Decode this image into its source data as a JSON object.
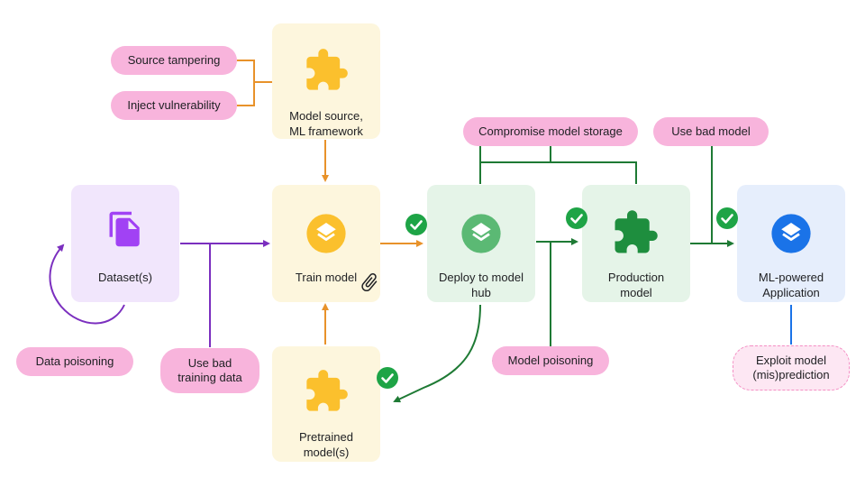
{
  "nodes": {
    "model_source": "Model source,\nML framework",
    "dataset": "Dataset(s)",
    "train": "Train model",
    "deploy": "Deploy to model\nhub",
    "production": "Production\nmodel",
    "application": "ML-powered\nApplication",
    "pretrained": "Pretrained\nmodel(s)"
  },
  "threats": {
    "source_tampering": "Source tampering",
    "inject_vulnerability": "Inject vulnerability",
    "compromise_storage": "Compromise model storage",
    "use_bad_model": "Use bad model",
    "data_poisoning": "Data poisoning",
    "use_bad_training": "Use bad\ntraining data",
    "model_poisoning": "Model poisoning",
    "exploit_model": "Exploit model\n(mis)prediction"
  },
  "icons": {
    "model_source": "puzzle-icon",
    "dataset": "copy-documents-icon",
    "train": "layers-icon",
    "deploy": "layers-icon",
    "production": "puzzle-icon",
    "application": "layers-icon",
    "pretrained": "puzzle-icon",
    "train_attachment": "paperclip-icon",
    "verified": "check-circle-icon"
  },
  "colors": {
    "yellow_box": "#fdf6dd",
    "purple_box": "#f1e6fc",
    "green_box": "#e5f4e8",
    "blue_box": "#e6eefc",
    "threat_pill": "#f8b4dc",
    "orange_line": "#e8922a",
    "purple_line": "#7b2fbf",
    "green_line": "#1e7a34",
    "blue_line": "#1a73e8",
    "check_green": "#1ea446"
  }
}
